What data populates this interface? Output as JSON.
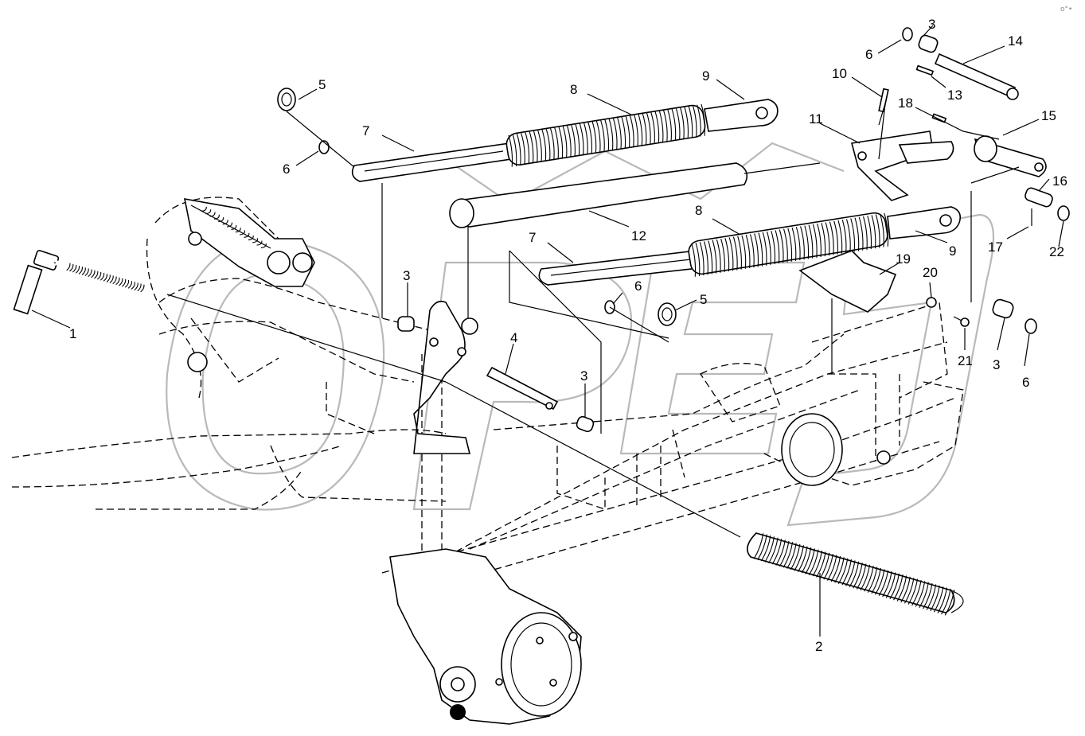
{
  "diagram": {
    "corner_mark": "o°•",
    "callouts": [
      {
        "id": "c1",
        "label": "1"
      },
      {
        "id": "c2",
        "label": "2"
      },
      {
        "id": "c3a",
        "label": "3"
      },
      {
        "id": "c3b",
        "label": "3"
      },
      {
        "id": "c3c",
        "label": "3"
      },
      {
        "id": "c3d",
        "label": "3"
      },
      {
        "id": "c4",
        "label": "4"
      },
      {
        "id": "c5a",
        "label": "5"
      },
      {
        "id": "c5b",
        "label": "5"
      },
      {
        "id": "c6a",
        "label": "6"
      },
      {
        "id": "c6b",
        "label": "6"
      },
      {
        "id": "c6c",
        "label": "6"
      },
      {
        "id": "c6d",
        "label": "6"
      },
      {
        "id": "c7a",
        "label": "7"
      },
      {
        "id": "c7b",
        "label": "7"
      },
      {
        "id": "c8a",
        "label": "8"
      },
      {
        "id": "c8b",
        "label": "8"
      },
      {
        "id": "c9a",
        "label": "9"
      },
      {
        "id": "c9b",
        "label": "9"
      },
      {
        "id": "c10",
        "label": "10"
      },
      {
        "id": "c11",
        "label": "11"
      },
      {
        "id": "c12",
        "label": "12"
      },
      {
        "id": "c13",
        "label": "13"
      },
      {
        "id": "c14",
        "label": "14"
      },
      {
        "id": "c15",
        "label": "15"
      },
      {
        "id": "c16",
        "label": "16"
      },
      {
        "id": "c17",
        "label": "17"
      },
      {
        "id": "c18",
        "label": "18"
      },
      {
        "id": "c19",
        "label": "19"
      },
      {
        "id": "c20",
        "label": "20"
      },
      {
        "id": "c21",
        "label": "21"
      },
      {
        "id": "c22",
        "label": "22"
      }
    ]
  }
}
